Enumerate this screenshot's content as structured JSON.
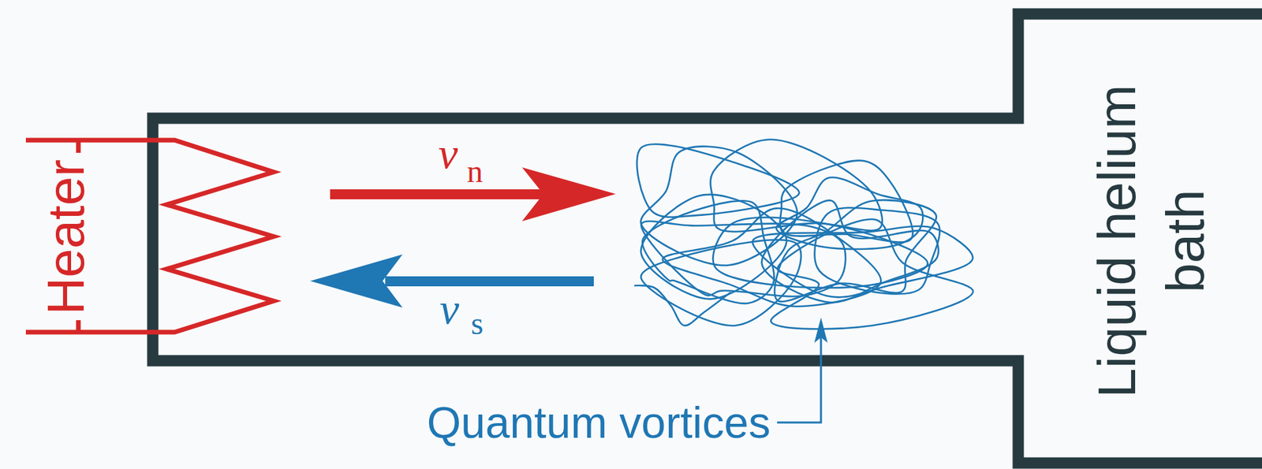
{
  "diagram": {
    "nodes": [
      {
        "text": [
          "Liquid helium bath"
        ]
      }
    ],
    "labels": [
      "Heater",
      "v",
      "n",
      "v",
      "s",
      "Quantum vortices"
    ]
  }
}
